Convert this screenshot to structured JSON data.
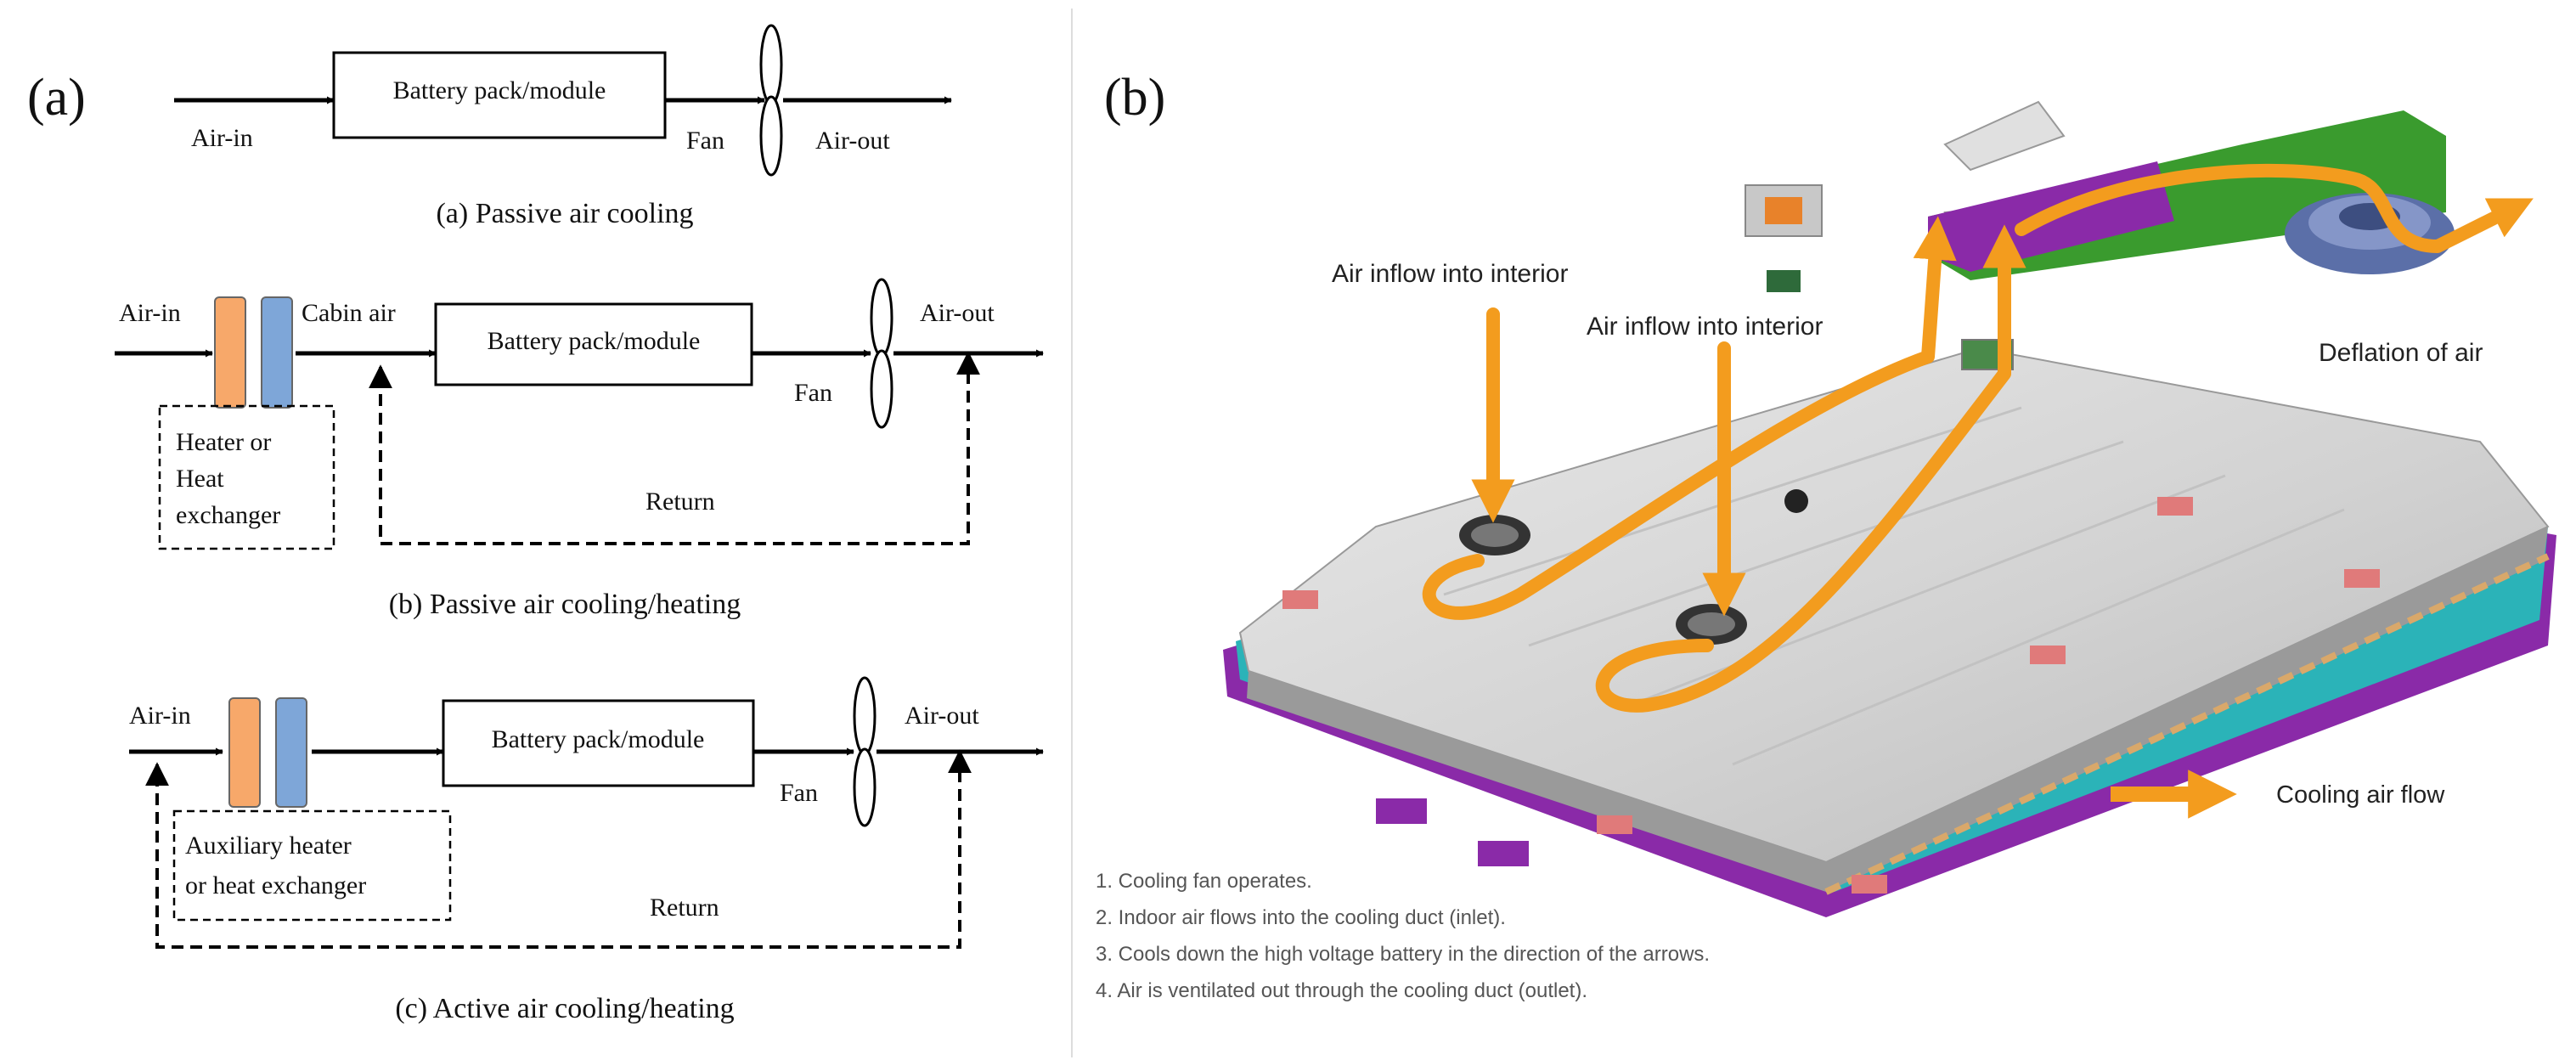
{
  "panel_a": {
    "tag": "(a)",
    "passive": {
      "air_in": "Air-in",
      "box": "Battery pack/module",
      "fan": "Fan",
      "air_out": "Air-out",
      "caption": "(a) Passive air cooling"
    },
    "passive_heating": {
      "air_in": "Air-in",
      "cabin_air": "Cabin air",
      "box": "Battery pack/module",
      "fan": "Fan",
      "air_out": "Air-out",
      "heater_lines": [
        "Heater or",
        "Heat",
        "exchanger"
      ],
      "return": "Return",
      "caption": "(b) Passive air cooling/heating"
    },
    "active": {
      "air_in": "Air-in",
      "box": "Battery pack/module",
      "fan": "Fan",
      "air_out": "Air-out",
      "heater_lines": [
        "Auxiliary heater",
        "or heat exchanger"
      ],
      "return": "Return",
      "caption": "(c) Active air cooling/heating"
    }
  },
  "panel_b": {
    "tag": "(b)",
    "label_inflow_1": "Air inflow into interior",
    "label_inflow_2": "Air inflow into interior",
    "label_deflation": "Deflation of air",
    "legend": "Cooling air flow",
    "steps": [
      "1. Cooling fan operates.",
      "2. Indoor air flows into the cooling duct (inlet).",
      "3. Cools down the high voltage battery in the direction of the arrows.",
      "4. Air is ventilated out through the cooling duct (outlet)."
    ],
    "colors": {
      "flow": "#f39c1e",
      "duct_green": "#3a9b2e",
      "duct_purple": "#8a2aa8",
      "tray_purple": "#8a2aa8",
      "tray_cyan": "#2bb3b8",
      "connector_red": "#e07a7a"
    }
  },
  "colors": {
    "heater_orange": "#f7a86a",
    "heater_blue": "#7ea6d8"
  }
}
